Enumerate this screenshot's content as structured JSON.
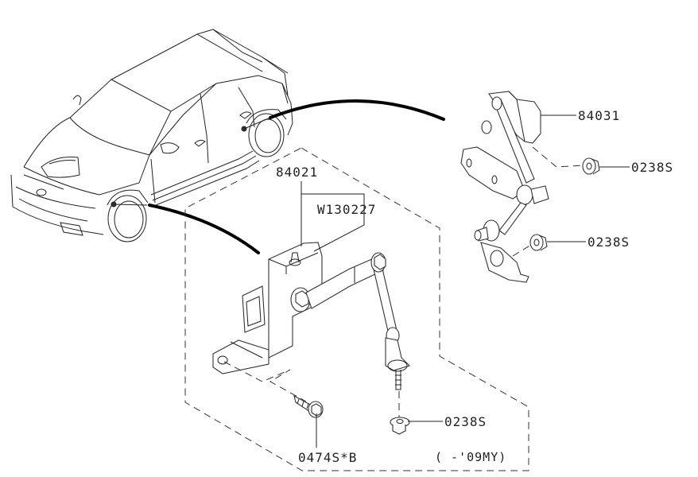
{
  "diagram": {
    "title": "Headlamp leveling height sensor parts diagram",
    "parts": [
      {
        "id": "84031",
        "label": "84031"
      },
      {
        "id": "0238S_upper",
        "label": "0238S"
      },
      {
        "id": "0238S_middle",
        "label": "0238S"
      },
      {
        "id": "84021",
        "label": "84021"
      },
      {
        "id": "W130227",
        "label": "W130227"
      },
      {
        "id": "0238S_lower",
        "label": "0238S"
      },
      {
        "id": "0474S_B",
        "label": "0474S*B"
      }
    ],
    "applicability_note": "(  -'09MY)",
    "colors": {
      "line": "#222222",
      "background": "#ffffff"
    }
  }
}
